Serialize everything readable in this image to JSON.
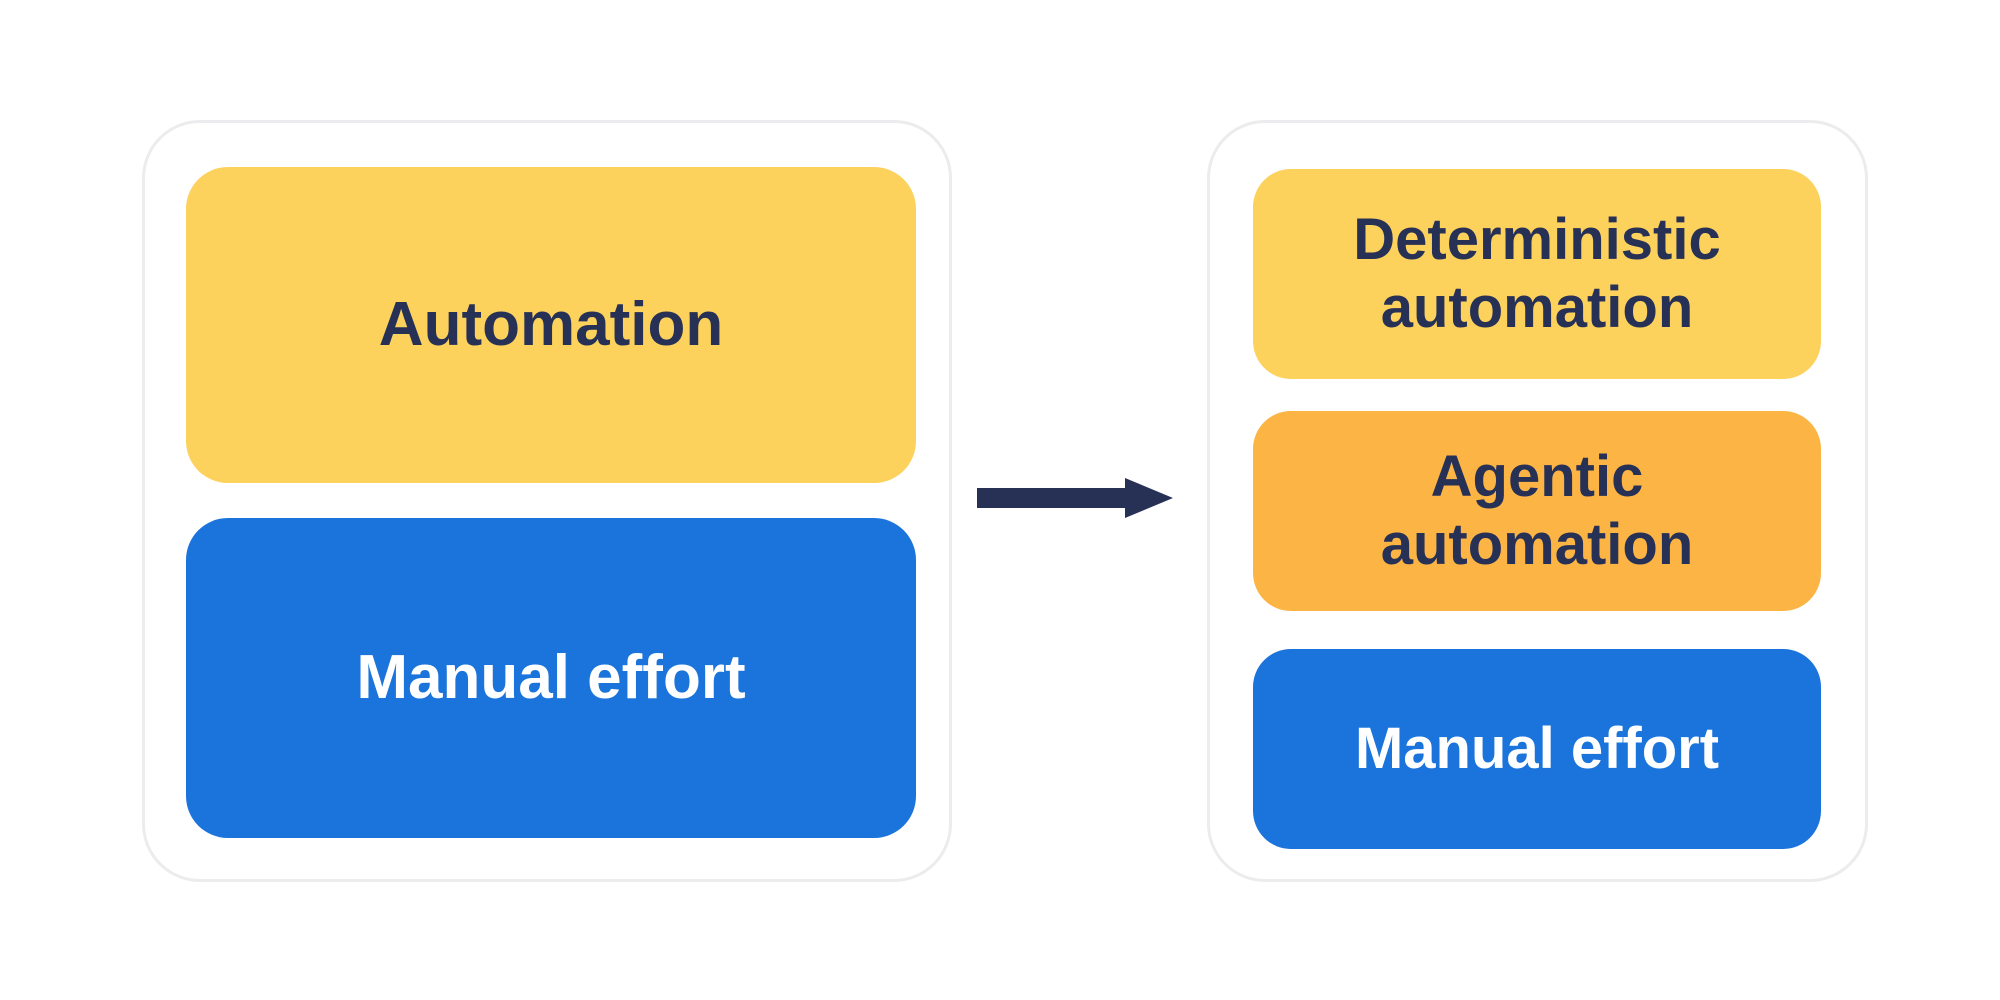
{
  "canvas": {
    "background": "#FFFFFF",
    "panel_border_color": "#ECECEE"
  },
  "left_panel": {
    "name": "before state",
    "boxes": [
      {
        "label": "Automation",
        "lines": [
          "Automation"
        ],
        "fill": "#FCD15C",
        "text_color": "#273156"
      },
      {
        "label": "Manual effort",
        "lines": [
          "Manual effort"
        ],
        "fill": "#1B74DB",
        "text_color": "#FFFFFF"
      }
    ]
  },
  "arrow": {
    "direction": "right",
    "color": "#273156"
  },
  "right_panel": {
    "name": "after state",
    "boxes": [
      {
        "label": "Deterministic automation",
        "lines": [
          "Deterministic",
          "automation"
        ],
        "fill": "#FCD15C",
        "text_color": "#273156"
      },
      {
        "label": "Agentic automation",
        "lines": [
          "Agentic",
          "automation"
        ],
        "fill": "#FCB445",
        "text_color": "#273156"
      },
      {
        "label": "Manual effort",
        "lines": [
          "Manual effort"
        ],
        "fill": "#1B74DB",
        "text_color": "#FFFFFF"
      }
    ]
  }
}
